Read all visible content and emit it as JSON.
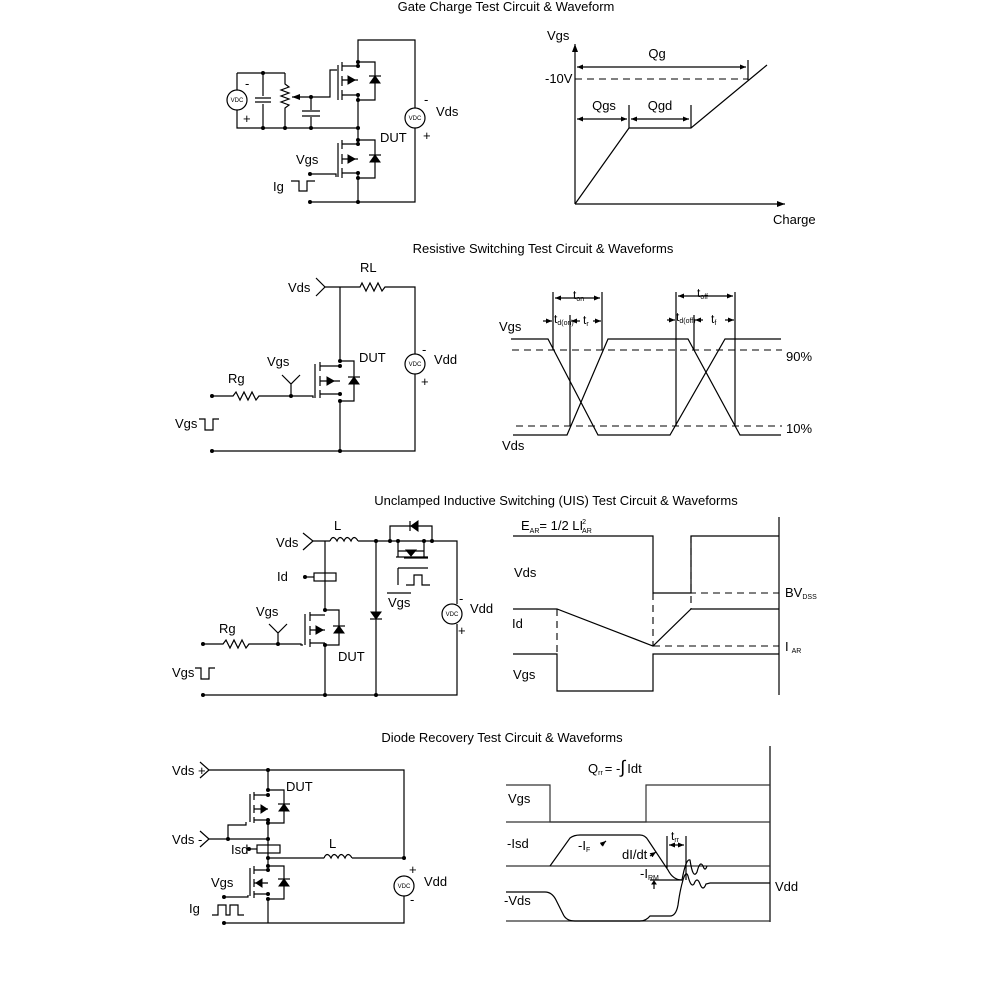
{
  "sections": [
    {
      "title": "Gate Charge Test Circuit & Waveform",
      "circuit": {
        "source_label": "VDC",
        "source_minus": "-",
        "source_plus": "+",
        "vds_label": "Vds",
        "vds_minus": "-",
        "vds_plus": "+",
        "dut_label": "DUT",
        "vgs_label": "Vgs",
        "ig_label": "Ig"
      },
      "waveform": {
        "y_axis_label": "Vgs",
        "x_axis_label": "Charge",
        "level_label": "-10V",
        "qg_label": "Qg",
        "qgs_label": "Qgs",
        "qgd_label": "Qgd"
      }
    },
    {
      "title": "Resistive Switching Test Circuit & Waveforms",
      "circuit": {
        "vds_label": "Vds",
        "rl_label": "RL",
        "vdd_label": "Vdd",
        "vdd_minus": "-",
        "vdd_plus": "+",
        "source_label": "VDC",
        "dut_label": "DUT",
        "vgs_label": "Vgs",
        "rg_label": "Rg",
        "vgs_pulse_label": "Vgs"
      },
      "waveform": {
        "vgs_label": "Vgs",
        "vds_label": "Vds",
        "pct90_label": "90%",
        "pct10_label": "10%",
        "ton": {
          "main": "t",
          "sub": "on"
        },
        "toff": {
          "main": "t",
          "sub": "off"
        },
        "tdon": {
          "main": "t",
          "sub": "d(on)"
        },
        "tr": {
          "main": "t",
          "sub": "r"
        },
        "tdoff": {
          "main": "t",
          "sub": "d(off)"
        },
        "tf": {
          "main": "t",
          "sub": "f"
        }
      }
    },
    {
      "title": "Unclamped Inductive Switching (UIS) Test Circuit & Waveforms",
      "circuit": {
        "vds_label": "Vds",
        "l_label": "L",
        "id_label": "Id",
        "vgs_label": "Vgs",
        "rg_label": "Rg",
        "dut_label": "DUT",
        "vgs_pulse_label": "Vgs",
        "vgsbar_label": "Vgs",
        "vdd_label": "Vdd",
        "vdd_minus": "-",
        "vdd_plus": "+",
        "source_label": "VDC"
      },
      "waveform": {
        "ear_main": "E",
        "ear_sub": "AR",
        "ear_eq": "= 1/2 LI",
        "ear_sup": "2",
        "ear_sub2": "AR",
        "vds_label": "Vds",
        "id_label": "Id",
        "vgs_label": "Vgs",
        "bvdss_main": "BV",
        "bvdss_sub": "DSS",
        "iar_main": "I",
        "iar_sub": "AR"
      }
    },
    {
      "title": "Diode Recovery Test Circuit & Waveforms",
      "circuit": {
        "vds_plus_label": "Vds +",
        "vds_minus_label": "Vds -",
        "dut_label": "DUT",
        "isd_label": "Isd",
        "l_label": "L",
        "vgs_label": "Vgs",
        "ig_label": "Ig",
        "vdd_label": "Vdd",
        "vdd_plus": "+",
        "vdd_minus": "-",
        "source_label": "VDC"
      },
      "waveform": {
        "qrr_main": "Q",
        "qrr_sub": "rr",
        "qrr_eq": "= -",
        "qrr_integral": "∫",
        "qrr_tail": "Idt",
        "vgs_label": "Vgs",
        "isd_label": "-Isd",
        "vds_label": "-Vds",
        "if_main": "-I",
        "if_sub": "F",
        "didt_label": "dI/dt",
        "irm_main": "-I",
        "irm_sub": "RM",
        "trr_main": "t",
        "trr_sub": "rr",
        "vdd_label": "Vdd"
      }
    }
  ]
}
